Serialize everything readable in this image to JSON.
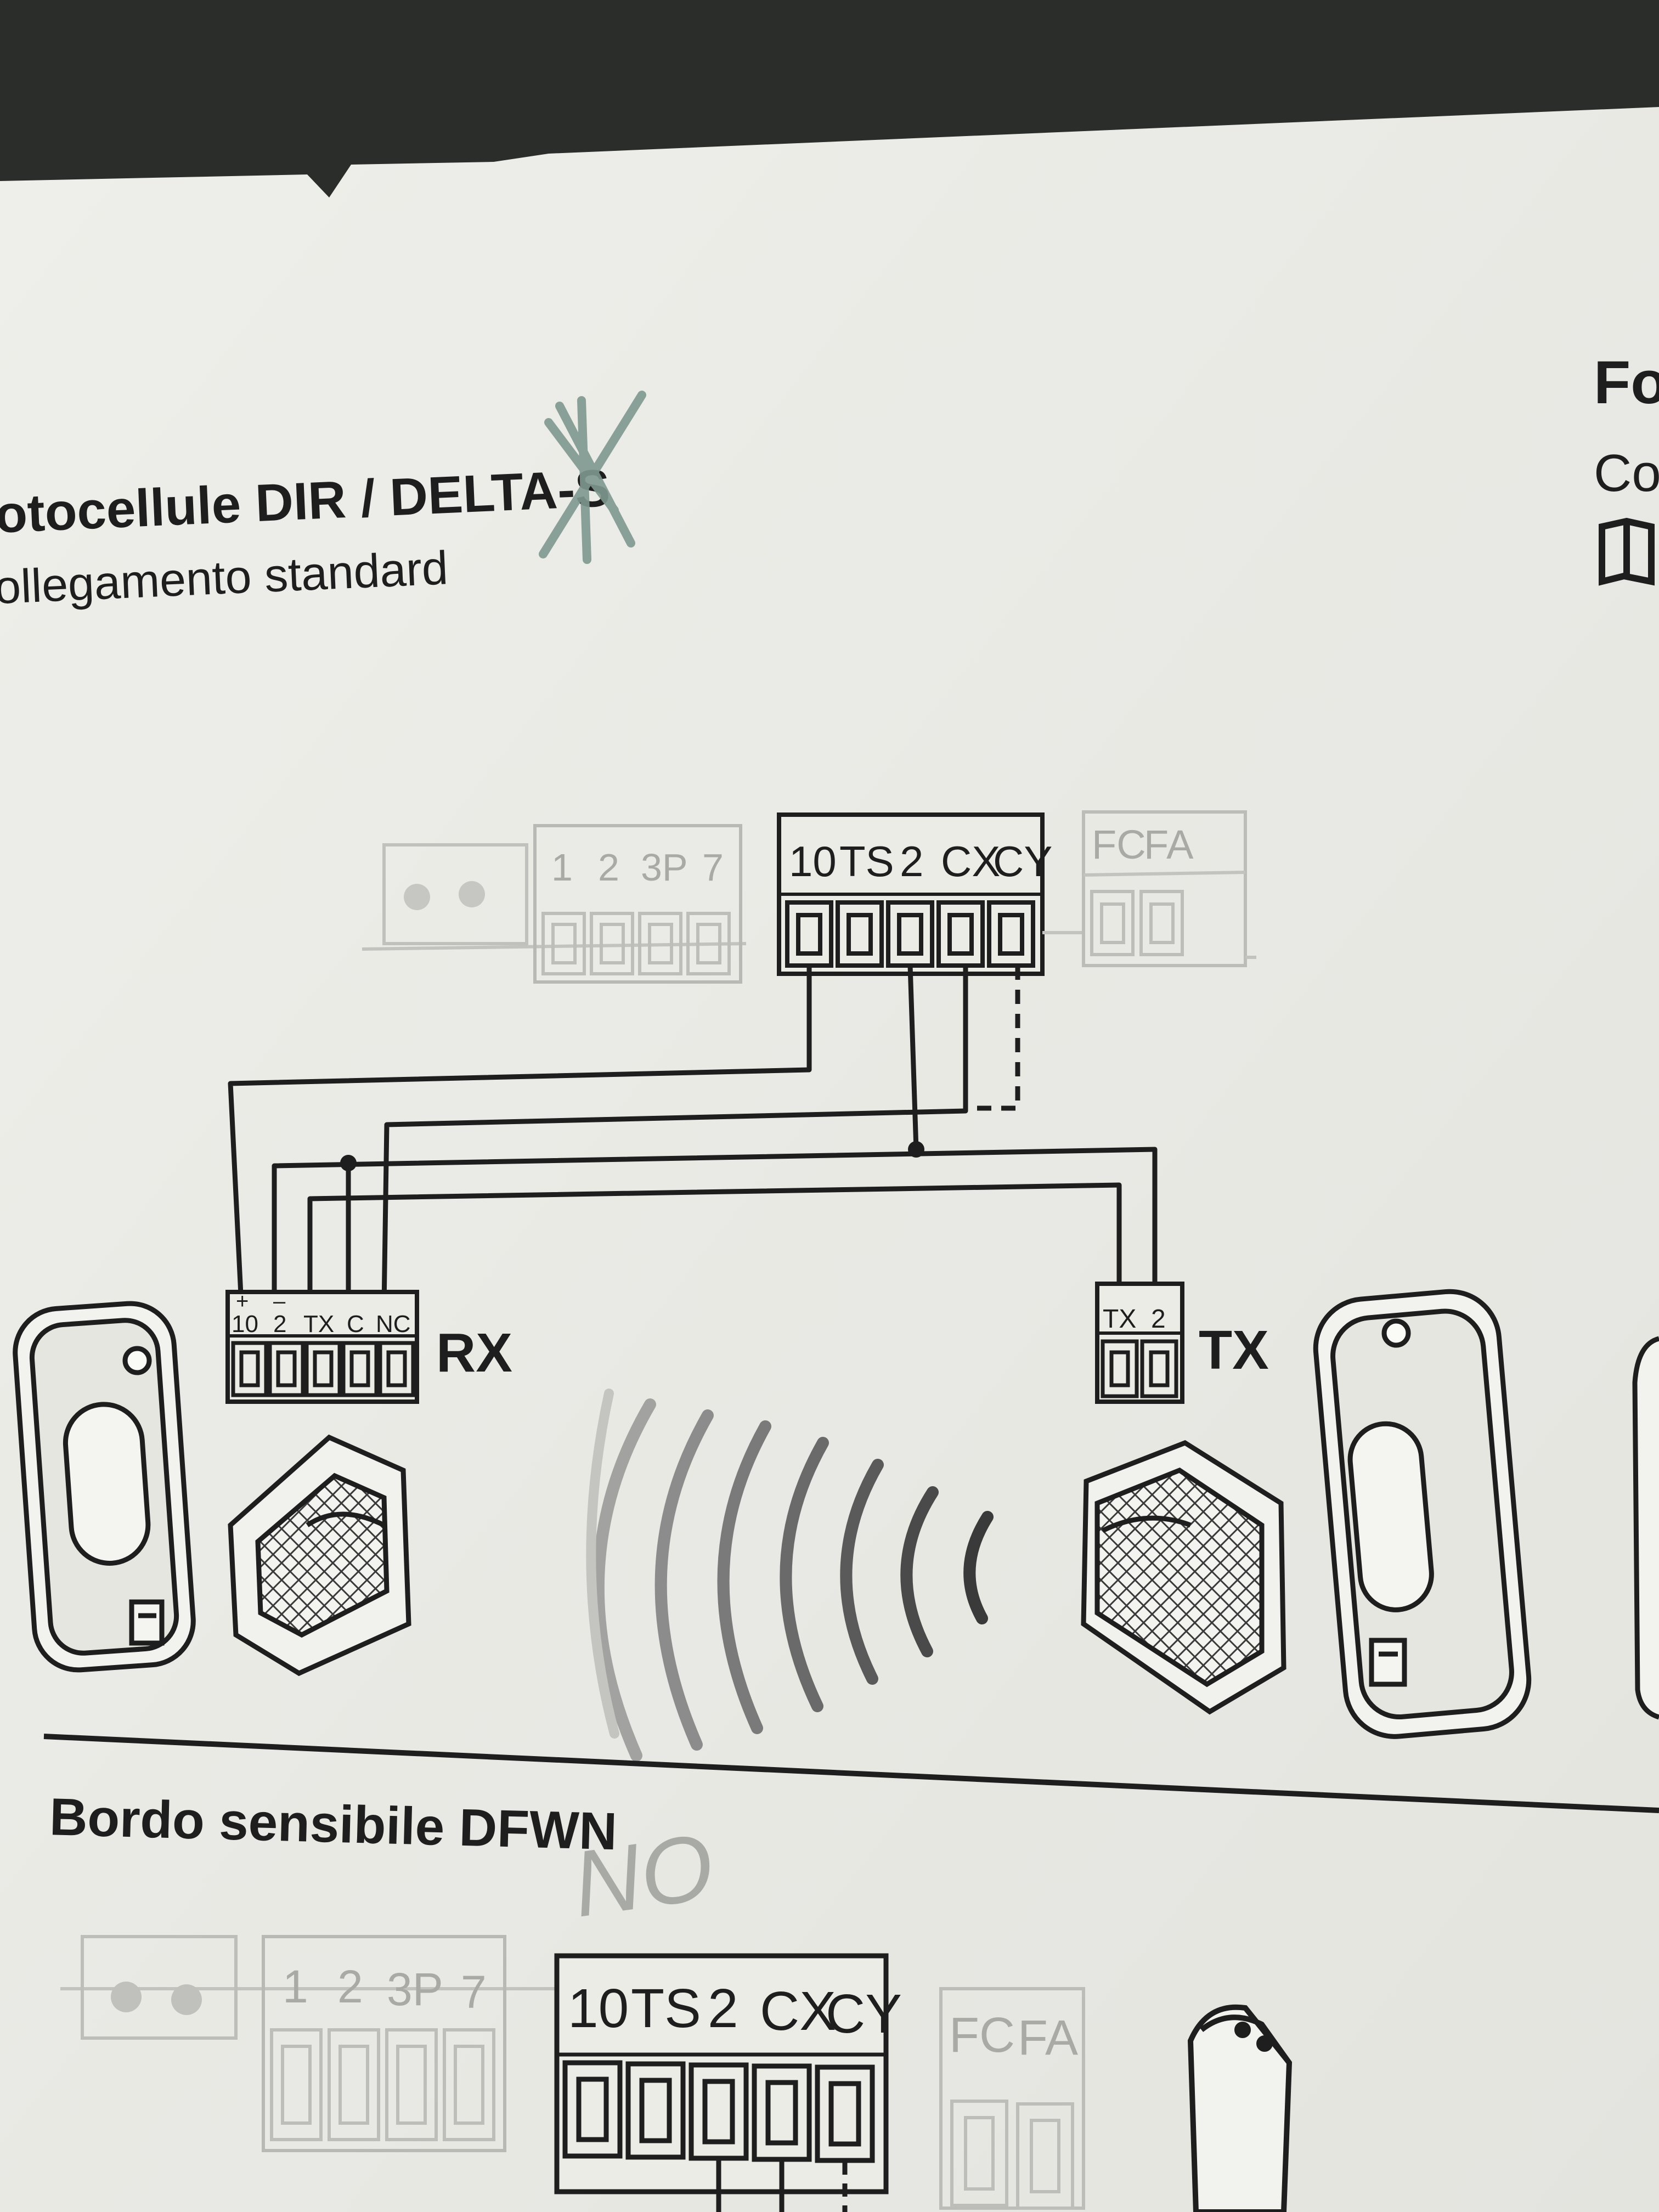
{
  "sections": {
    "photocells": {
      "title": "otocellule DIR / DELTA-S",
      "subtitle": "ollegamento standard",
      "handwritten_mark": "X"
    },
    "sensitive_edge": {
      "title": "Bordo sensibile DFWN",
      "handwritten_note": "NO"
    },
    "right_column": {
      "title_fragment": "Fo",
      "subtitle_fragment": "Co",
      "book_icon": "book-icon"
    }
  },
  "terminal_blocks": {
    "left_faded": [
      "1",
      "2",
      "3P",
      "7"
    ],
    "main": [
      "10",
      "TS",
      "2",
      "CX",
      "CY"
    ],
    "right_faded": [
      "FC",
      "FA"
    ]
  },
  "rx": {
    "label": "RX",
    "terminals": [
      "10",
      "2",
      "TX",
      "C",
      "NC"
    ],
    "polarity": [
      "+",
      "–"
    ]
  },
  "tx": {
    "label": "TX",
    "terminals": [
      "TX",
      "2"
    ]
  },
  "colors": {
    "paper": "#ebebe6",
    "ink": "#1e1e1e",
    "faded_ink": "#b4b4b0",
    "pencil": "#8a9a94",
    "background": "#2a2d2a"
  }
}
